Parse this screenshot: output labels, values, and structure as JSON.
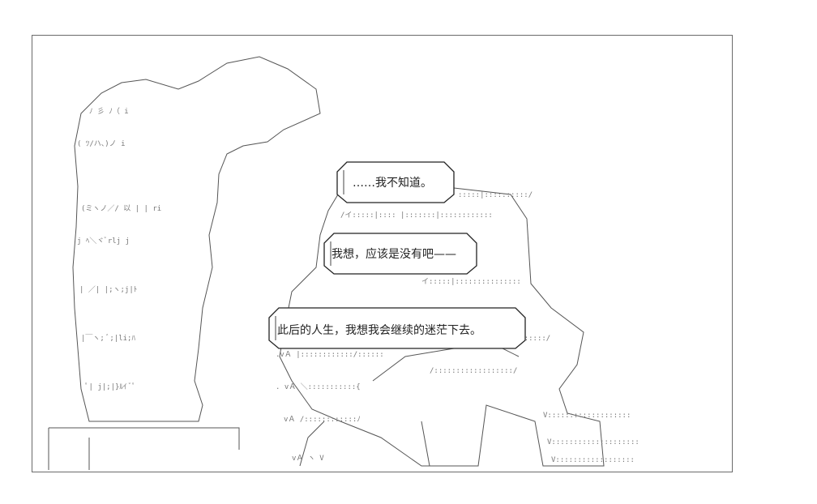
{
  "speech": {
    "b1": "……我不知道。",
    "b2": "我想，应该是没有吧——",
    "b3": "此后的人生，我想我会继续的迷茫下去。"
  }
}
